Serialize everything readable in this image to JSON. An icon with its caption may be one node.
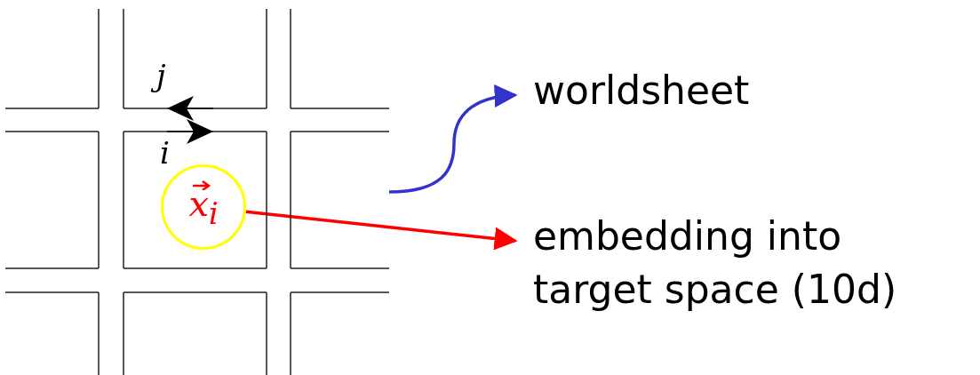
{
  "diagram": {
    "nodes": [
      {
        "text": [],
        "shape": "picture"
      },
      {
        "text": [
          "x$_{i}$"
        ],
        "in": 0
      },
      {
        "text": [
          "worldsheet"
        ]
      },
      {
        "text": [
          "embedding into target space (10d)"
        ]
      }
    ],
    "edges": [
      {
        "from": 0,
        "to": 2,
        "arrow": "to",
        "color": "#3333cc"
      },
      {
        "from": 1,
        "to": 3,
        "arrow": "to",
        "color": "#ff0000"
      }
    ],
    "labels": [
      "j",
      "i"
    ]
  }
}
